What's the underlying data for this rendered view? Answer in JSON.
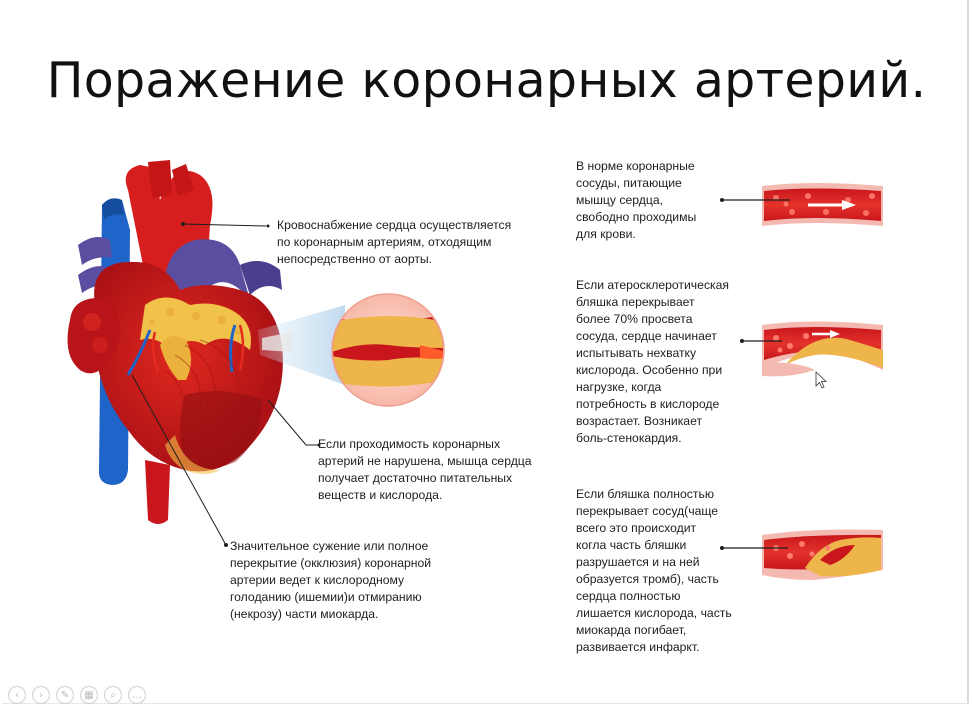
{
  "slide": {
    "title": "Поражение коронарных артерий."
  },
  "annotations": {
    "supply": "Кровоснабжение сердца осуществляется\nпо коронарным артериям, отходящим\nнепосредственно от аорты.",
    "patent": "Если проходимость коронарных\nартерий не нарушена, мышца сердца\nполучает достаточно питательных\nвеществ и кислорода.",
    "occlusion": "Значительное сужение или полное\nперекрытие (окклюзия) коронарной\nартерии ведет к кислородному\nголоданию (ишемии)и отмиранию\n(некрозу) части миокарда.",
    "normal": "В норме коронарные\nсосуды, питающие\nмышцу сердца,\nсвободно проходимы\nдля крови.",
    "plaque70": "Если атеросклеротическая\nбляшка перекрывает\nболее 70% просвета\nсосуда, сердце начинает\nиспытывать нехватку\nкислорода. Особенно при\nнагрузке, когда\nпотребность в кислороде\nвозрастает. Возникает\nболь-стенокардия.",
    "full": "Если бляшка полностью\nперекрывает сосуд(чаще\nвсего это происходит\nкогла часть бляшки\nразрушается и на ней\nобразуется тромб), часть\nсердца полностью\nлишается кислорода, часть\nмиокарда погибает,\nразвивается инфаркт."
  },
  "colors": {
    "heart_red": "#c8161c",
    "artery_red": "#e52a20",
    "vein_blue": "#1f64c8",
    "vein_purple": "#5a4ea0",
    "fat_yellow": "#f1c24a",
    "plaque": "#eeb54a",
    "vessel_wall": "#f4b9b0"
  },
  "nav_icons": [
    "prev-icon",
    "next-icon",
    "pen-icon",
    "slides-icon",
    "zoom-icon",
    "more-icon"
  ]
}
